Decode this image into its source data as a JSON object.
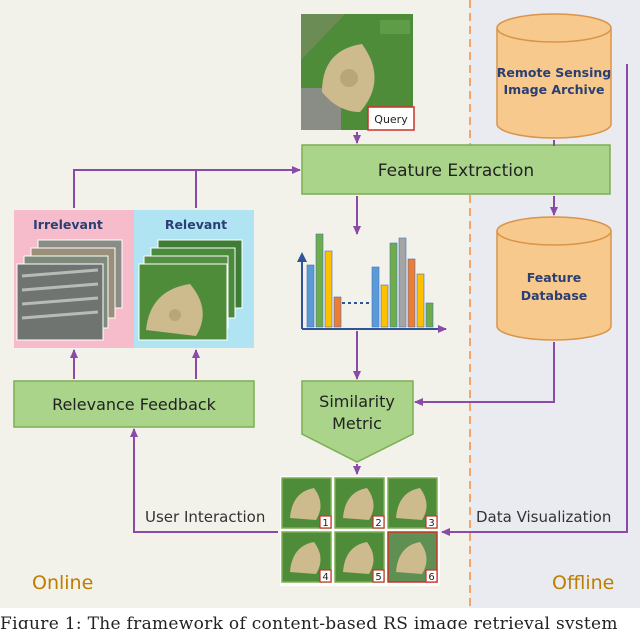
{
  "regions": {
    "online": "Online",
    "offline": "Offline"
  },
  "nodes": {
    "query": "Query",
    "feature_extraction": "Feature Extraction",
    "archive_line1": "Remote Sensing",
    "archive_line2": "Image Archive",
    "database_line1": "Feature",
    "database_line2": "Database",
    "irrelevant": "Irrelevant",
    "relevant": "Relevant",
    "relevance_feedback": "Relevance Feedback",
    "similarity_line1": "Similarity",
    "similarity_line2": "Metric"
  },
  "edge_labels": {
    "user_interaction": "User Interaction",
    "data_visualization": "Data Visualization"
  },
  "results": [
    "1",
    "2",
    "3",
    "4",
    "5",
    "6"
  ],
  "caption": "Figure 1: The framework of content-based RS image retrieval system",
  "colors": {
    "online_bg": "#f2f1ea",
    "offline_bg": "#e9ebf1",
    "green_box": "#a9d48a",
    "green_border": "#7cae55",
    "cylinder": "#f8c98c",
    "cylinder_border": "#d9954a",
    "arrow": "#8a4aa8",
    "divider": "#f3a66b",
    "irrelevant_bg": "#f6bccb",
    "relevant_bg": "#b0e4f3",
    "region_label": "#bf7d00",
    "result_badge": "#c8332a",
    "grass": "#4f8c3a"
  }
}
